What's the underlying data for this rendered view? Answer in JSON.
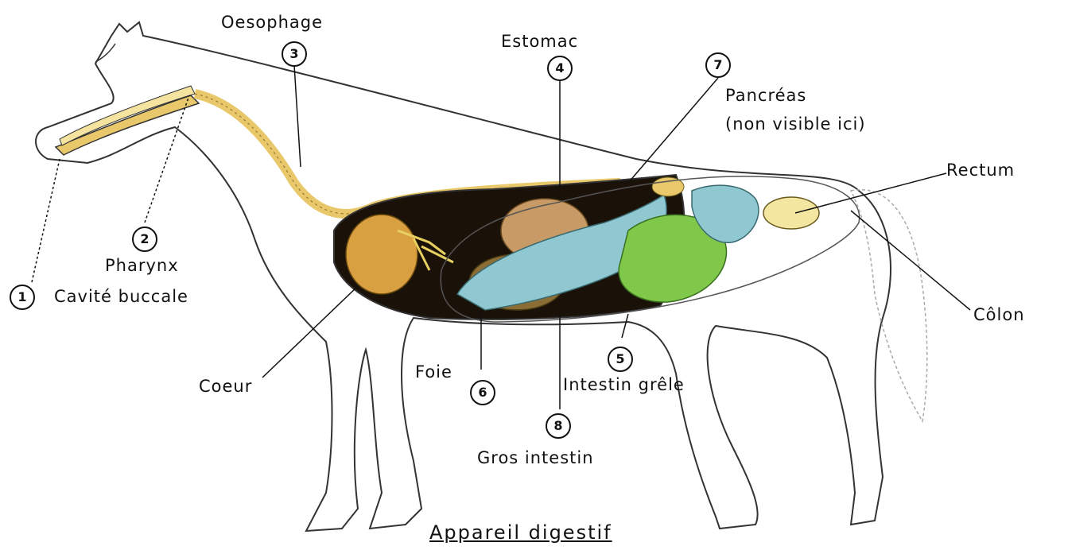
{
  "title": "Appareil digestif",
  "labels": {
    "oesophage": {
      "num": "3",
      "text": "Oesophage"
    },
    "estomac": {
      "num": "4",
      "text": "Estomac"
    },
    "pancreas": {
      "num": "7",
      "text": "Pancréas",
      "note": "(non visible ici)"
    },
    "rectum": {
      "text": "Rectum"
    },
    "pharynx": {
      "num": "2",
      "text": "Pharynx"
    },
    "cavite": {
      "num": "1",
      "text": "Cavité buccale"
    },
    "colon": {
      "text": "Côlon"
    },
    "coeur": {
      "text": "Coeur"
    },
    "foie": {
      "num": "6",
      "text": "Foie"
    },
    "intestin_grele": {
      "num": "5",
      "text": "Intestin grêle"
    },
    "gros_intestin": {
      "num": "8",
      "text": "Gros intestin"
    }
  },
  "colors": {
    "outline": "#333333",
    "esophagus": "#e8c86a",
    "cavity": "#1a1208",
    "stomach": "#c89a66",
    "liver": "#8a6e35",
    "heart": "#d8a040",
    "small_intestine": "#7fc84a",
    "large_intestine": "#8fc8d0",
    "rectum": "#f2e6a0"
  }
}
